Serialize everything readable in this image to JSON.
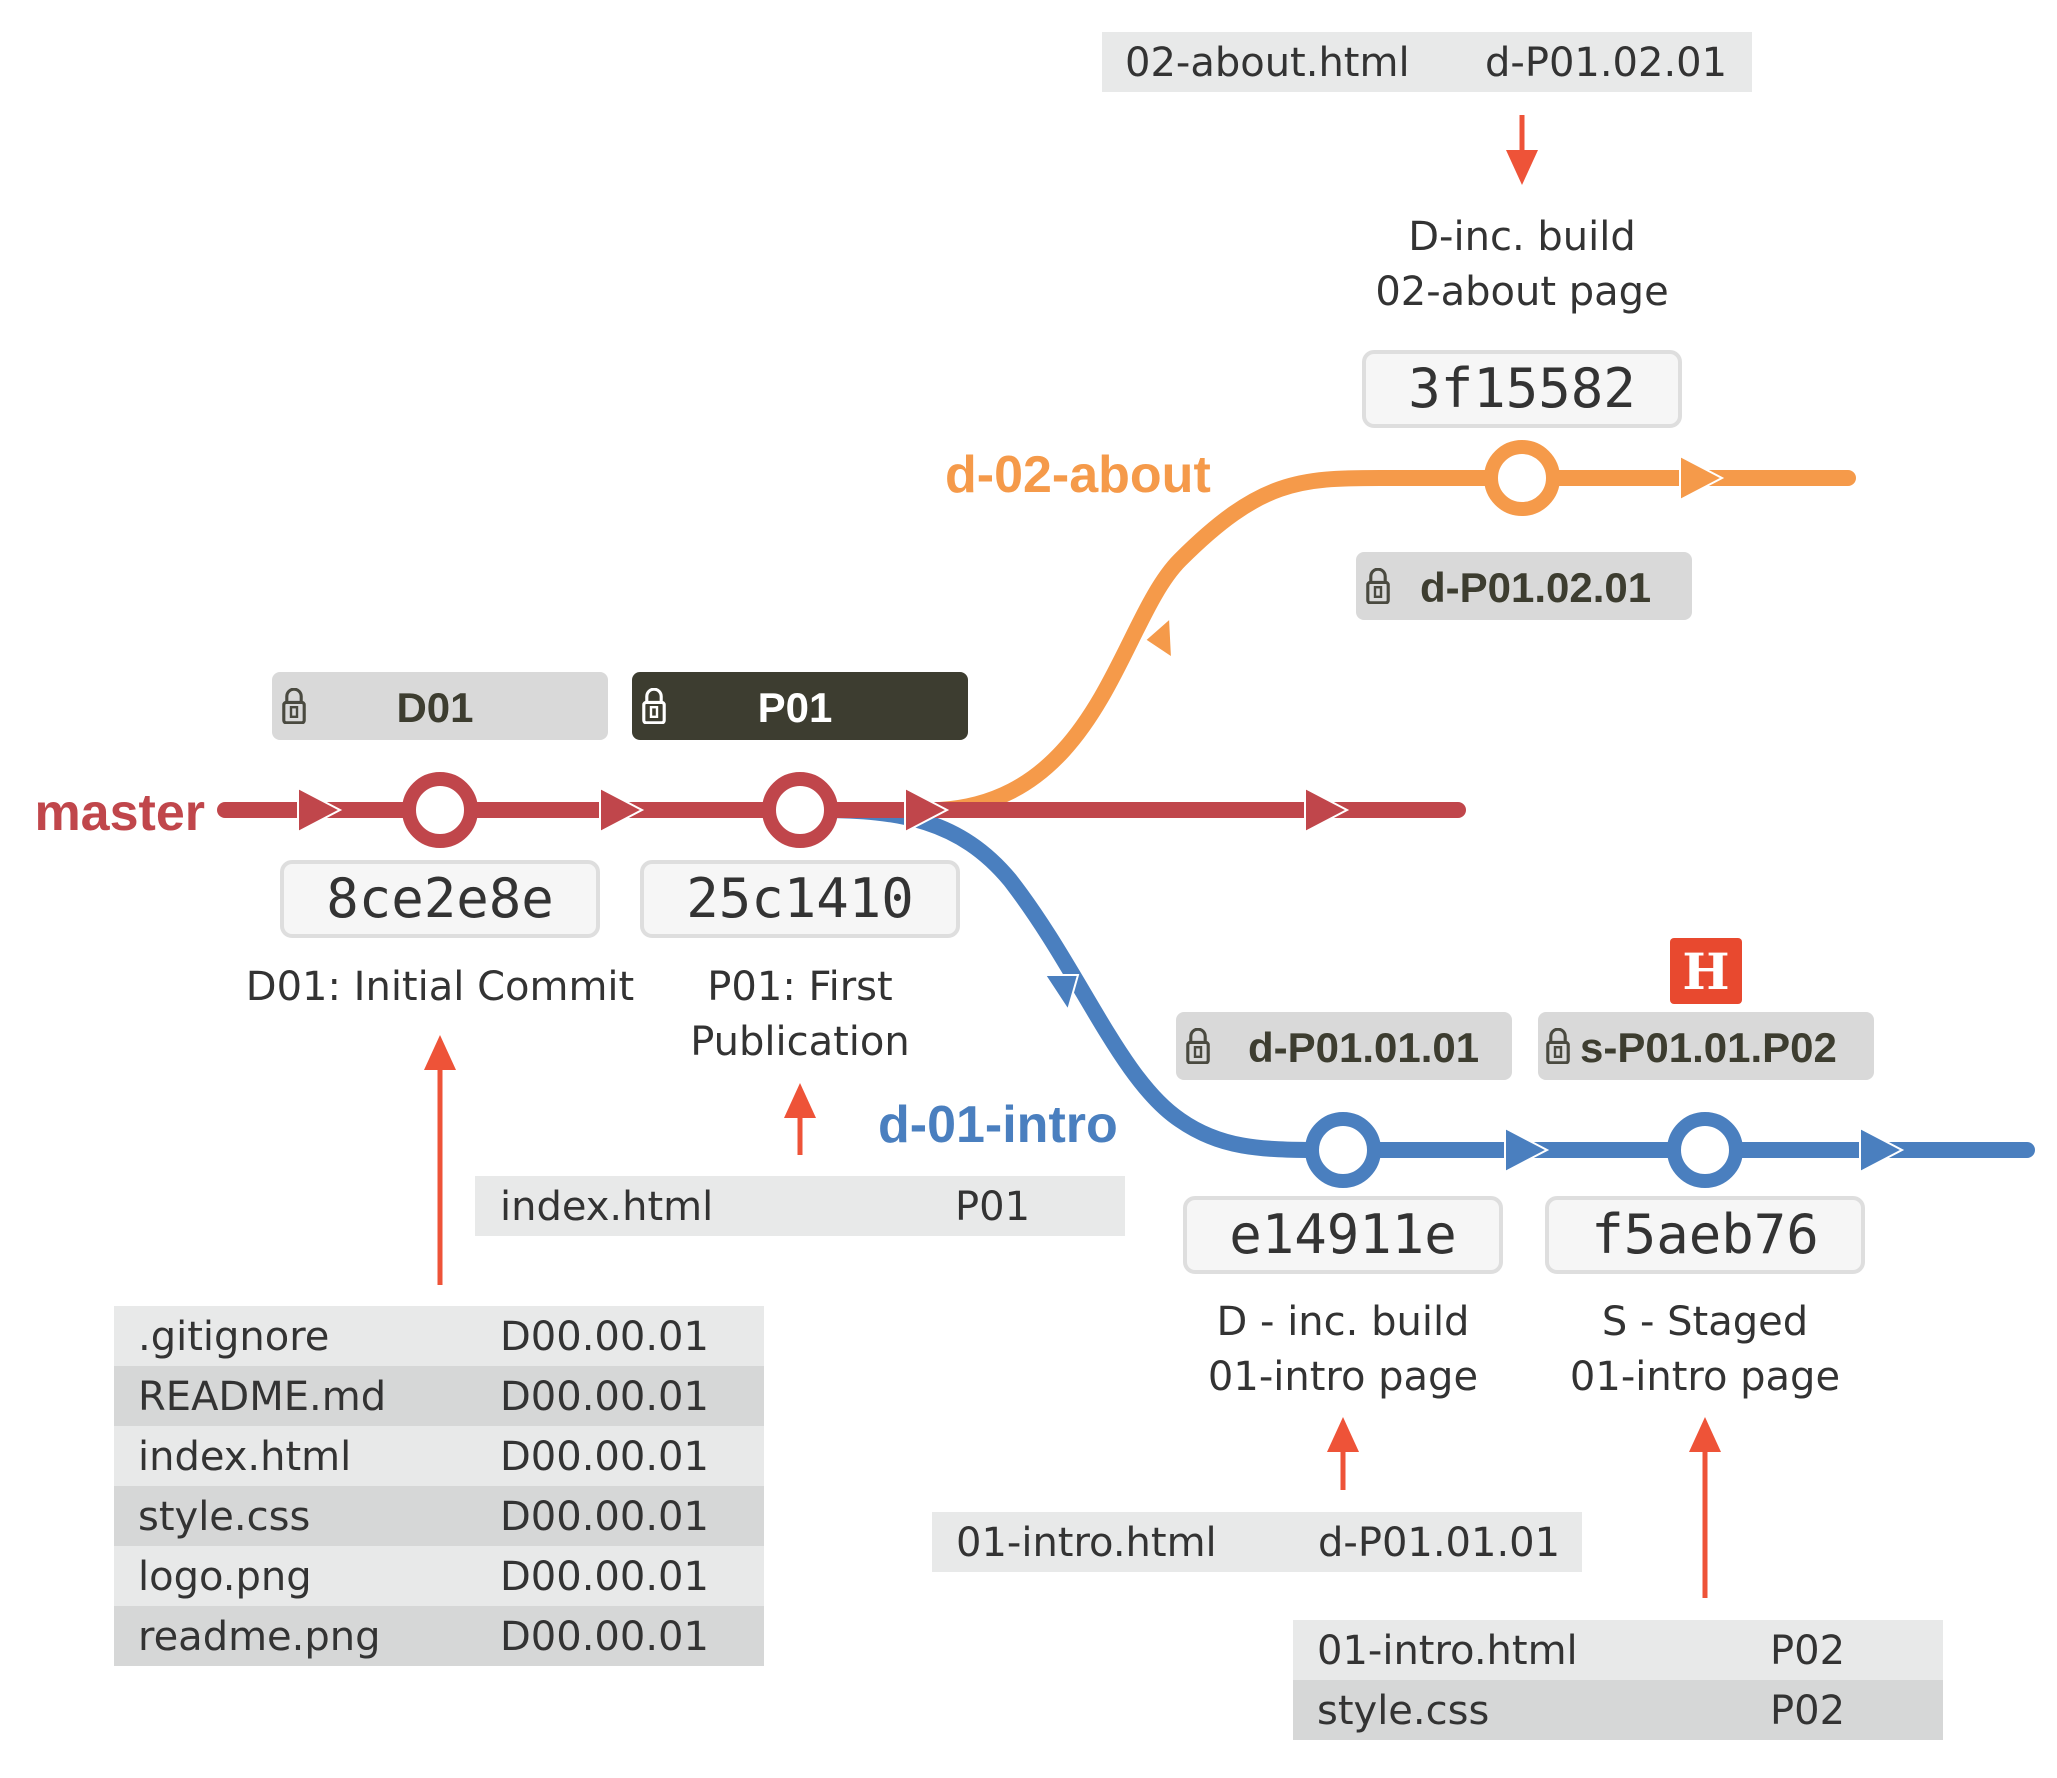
{
  "branches": {
    "master": {
      "label": "master",
      "color": "#c0464b"
    },
    "d_01_intro": {
      "label": "d-01-intro",
      "color": "#4a7fbf"
    },
    "d_02_about": {
      "label": "d-02-about",
      "color": "#f59a4a"
    }
  },
  "accent": {
    "arrow": "#ee5338",
    "tag_light": "#d9d9d9",
    "tag_dark": "#3d3d30",
    "head_badge": "#e8492f"
  },
  "commits": {
    "c1": {
      "hash": "8ce2e8e",
      "msg1": "D01: Initial Commit",
      "msg2": "",
      "tag": "D01",
      "tag_icon": "lock-icon"
    },
    "c2": {
      "hash": "25c1410",
      "msg1": "P01: First",
      "msg2": "Publication",
      "tag": "P01",
      "tag_icon": "lock-icon"
    },
    "c3": {
      "hash": "3f15582",
      "msg1": "D-inc. build",
      "msg2": "02-about page",
      "tag": "d-P01.02.01",
      "tag_icon": "lock-icon"
    },
    "c4": {
      "hash": "e14911e",
      "msg1": "D - inc. build",
      "msg2": "01-intro page",
      "tag": "d-P01.01.01",
      "tag_icon": "lock-icon"
    },
    "c5": {
      "hash": "f5aeb76",
      "msg1": "S - Staged",
      "msg2": "01-intro page",
      "tag": "s-P01.01.P02",
      "tag_icon": "lock-icon",
      "head": "H"
    }
  },
  "tables": {
    "c1": [
      {
        "file": ".gitignore",
        "ver": "D00.00.01"
      },
      {
        "file": "README.md",
        "ver": "D00.00.01"
      },
      {
        "file": "index.html",
        "ver": "D00.00.01"
      },
      {
        "file": "style.css",
        "ver": "D00.00.01"
      },
      {
        "file": "logo.png",
        "ver": "D00.00.01"
      },
      {
        "file": "readme.png",
        "ver": "D00.00.01"
      }
    ],
    "c2": [
      {
        "file": "index.html",
        "ver": "P01"
      }
    ],
    "c3": [
      {
        "file": "02-about.html",
        "ver": "d-P01.02.01"
      }
    ],
    "c4": [
      {
        "file": "01-intro.html",
        "ver": "d-P01.01.01"
      }
    ],
    "c5": [
      {
        "file": "01-intro.html",
        "ver": "P02"
      },
      {
        "file": "style.css",
        "ver": "P02"
      }
    ]
  }
}
